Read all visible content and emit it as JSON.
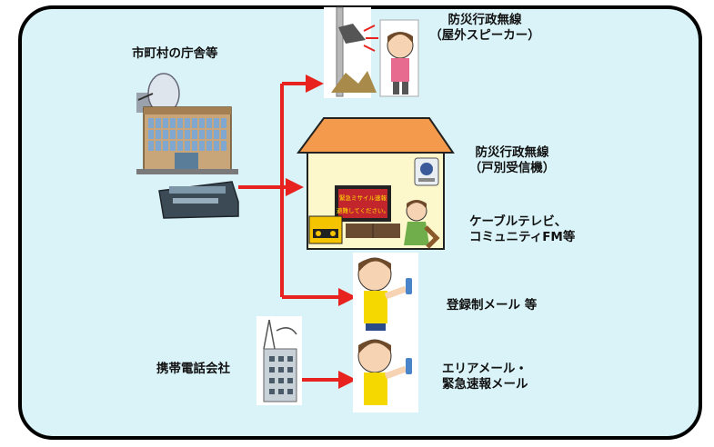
{
  "labels": {
    "municipal_office": "市町村の庁舎等",
    "outdoor_speaker_line1": "防災行政無線",
    "outdoor_speaker_line2": "（屋外スピーカー）",
    "household_receiver_line1": "防災行政無線",
    "household_receiver_line2": "（戸別受信機）",
    "cable_tv_line1": "ケーブルテレビ、",
    "cable_tv_line2": "コミュニティFM等",
    "registered_mail": "登録制メール 等",
    "mobile_carrier": "携帯電話会社",
    "area_mail_line1": "エリアメール・",
    "area_mail_line2": "緊急速報メール"
  },
  "tv_screen_line1": "緊急ミサイル速報",
  "tv_screen_line2": "避難してください。",
  "colors": {
    "arrow": "#e8231f",
    "frame_background": "#d9f3f8",
    "frame_border": "#000000",
    "roof": "#f39a4c",
    "house_wall": "#fdf7cc",
    "shirt": "#f5d800",
    "hair": "#6e4a2a"
  },
  "icons": [
    "satellite-dish-icon",
    "office-building-icon",
    "control-console-icon",
    "loudspeaker-pole-icon",
    "house-icon",
    "television-icon",
    "radio-icon",
    "wall-receiver-icon",
    "person-listening-icon",
    "person-with-phone-icon",
    "cell-tower-icon"
  ]
}
